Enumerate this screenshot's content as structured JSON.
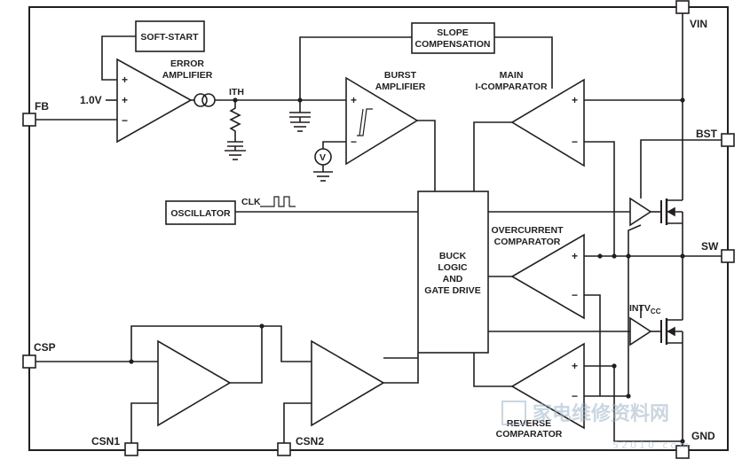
{
  "pins": {
    "vin": "VIN",
    "bst": "BST",
    "sw": "SW",
    "gnd": "GND",
    "fb": "FB",
    "csp": "CSP",
    "csn1": "CSN1",
    "csn2": "CSN2"
  },
  "blocks": {
    "soft_start": "SOFT-START",
    "slope_comp_line1": "SLOPE",
    "slope_comp_line2": "COMPENSATION",
    "oscillator": "OSCILLATOR",
    "buck_line1": "BUCK",
    "buck_line2": "LOGIC",
    "buck_line3": "AND",
    "buck_line4": "GATE DRIVE"
  },
  "labels": {
    "error_amp_line1": "ERROR",
    "error_amp_line2": "AMPLIFIER",
    "ith": "ITH",
    "burst_line1": "BURST",
    "burst_line2": "AMPLIFIER",
    "main_comp_line1": "MAIN",
    "main_comp_line2": "I-COMPARATOR",
    "overcurrent_line1": "OVERCURRENT",
    "overcurrent_line2": "COMPARATOR",
    "reverse_line1": "REVERSE",
    "reverse_line2": "COMPARATOR",
    "clk": "CLK",
    "ref_voltage": "1.0V",
    "intvcc_main": "INTV",
    "intvcc_sub": "CC",
    "plus": "+",
    "minus": "−",
    "v_symbol": "V"
  },
  "watermark": {
    "text": "家电维修资料网",
    "url": "52010 com"
  },
  "colors": {
    "line": "#231f20",
    "watermark": "#9fb6c8"
  }
}
